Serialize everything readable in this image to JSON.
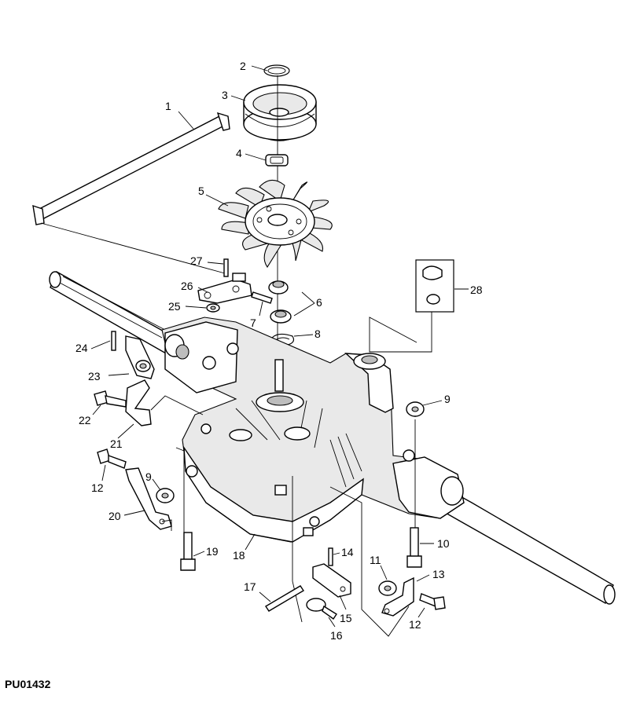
{
  "diagram_code": "PU01432",
  "labels": [
    {
      "id": "1",
      "text": "1"
    },
    {
      "id": "2",
      "text": "2"
    },
    {
      "id": "3",
      "text": "3"
    },
    {
      "id": "4",
      "text": "4"
    },
    {
      "id": "5",
      "text": "5"
    },
    {
      "id": "6",
      "text": "6"
    },
    {
      "id": "7",
      "text": "7"
    },
    {
      "id": "8",
      "text": "8"
    },
    {
      "id": "9a",
      "text": "9"
    },
    {
      "id": "9b",
      "text": "9"
    },
    {
      "id": "10",
      "text": "10"
    },
    {
      "id": "11",
      "text": "11"
    },
    {
      "id": "12a",
      "text": "12"
    },
    {
      "id": "12b",
      "text": "12"
    },
    {
      "id": "13",
      "text": "13"
    },
    {
      "id": "14",
      "text": "14"
    },
    {
      "id": "15",
      "text": "15"
    },
    {
      "id": "16",
      "text": "16"
    },
    {
      "id": "17",
      "text": "17"
    },
    {
      "id": "18",
      "text": "18"
    },
    {
      "id": "19",
      "text": "19"
    },
    {
      "id": "20",
      "text": "20"
    },
    {
      "id": "21",
      "text": "21"
    },
    {
      "id": "22",
      "text": "22"
    },
    {
      "id": "23",
      "text": "23"
    },
    {
      "id": "24",
      "text": "24"
    },
    {
      "id": "25",
      "text": "25"
    },
    {
      "id": "26",
      "text": "26"
    },
    {
      "id": "27",
      "text": "27"
    },
    {
      "id": "28",
      "text": "28"
    }
  ]
}
